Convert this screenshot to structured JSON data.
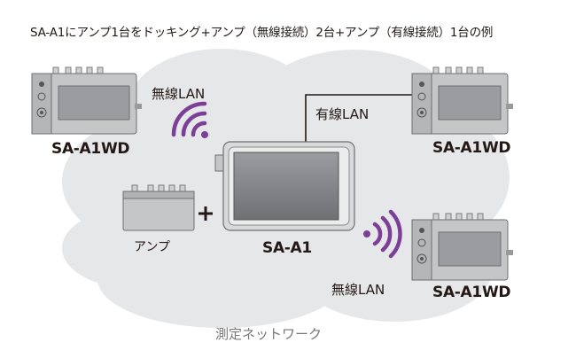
{
  "title": "SA-A1にアンプ1台をドッキング+アンプ（無線接続）2台+アンプ（有線接続）1台の例",
  "devices": {
    "sa_a1wd_top_left": "SA-A1WD",
    "sa_a1wd_top_right": "SA-A1WD",
    "sa_a1wd_bottom_right": "SA-A1WD",
    "sa_a1": "SA-A1",
    "amp": "アンプ"
  },
  "links": {
    "wireless_top": "無線LAN",
    "wired": "有線LAN",
    "wireless_bottom": "無線LAN",
    "plus": "+"
  },
  "network_label": "測定ネットワーク",
  "colors": {
    "cloud": "#e6e7e8",
    "device_body": "#c4c6c8",
    "device_panel": "#8c8e90",
    "wifi": "#7b3f98",
    "text": "#231815"
  }
}
